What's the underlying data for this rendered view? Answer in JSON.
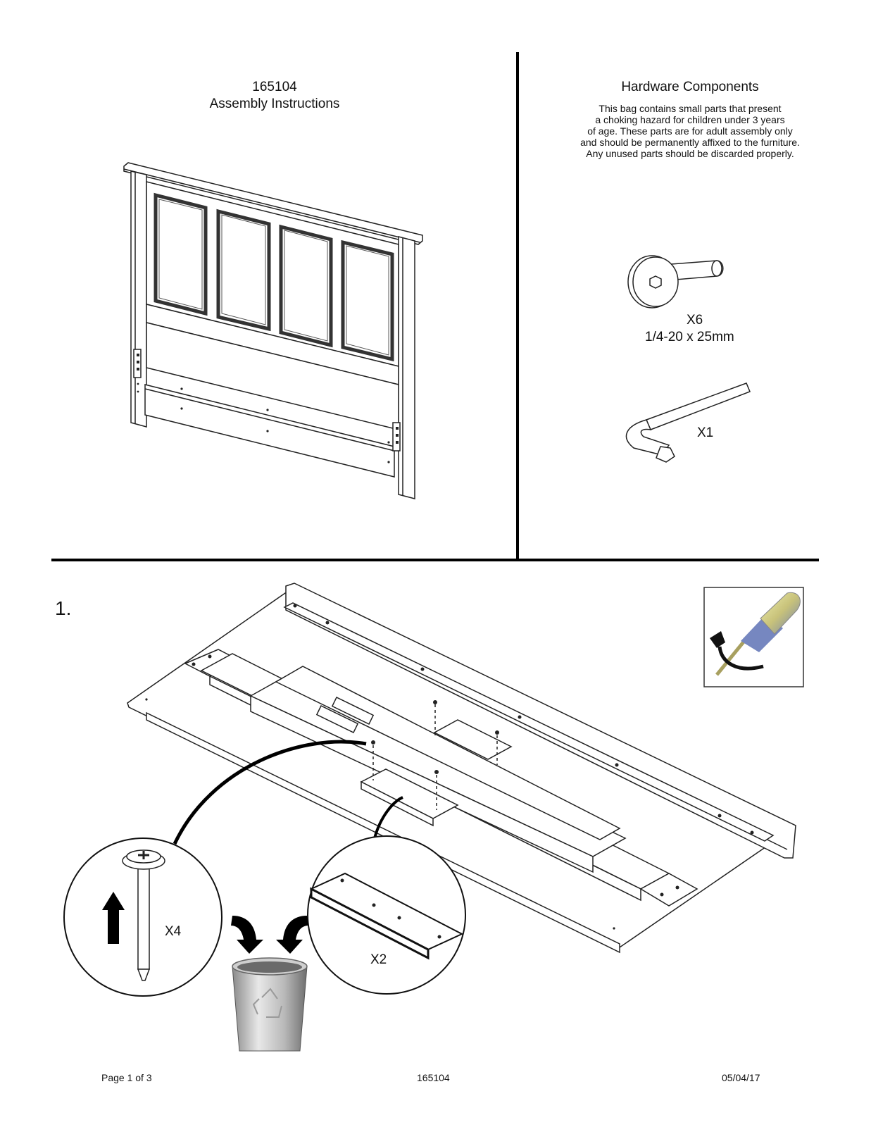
{
  "header": {
    "model_number": "165104",
    "doc_title": "Assembly Instructions"
  },
  "hardware": {
    "title": "Hardware Components",
    "warning_lines": [
      "This bag contains small parts that present",
      "a choking hazard for children under 3 years",
      "of age. These parts are for adult assembly only",
      "and should be permanently affixed to the furniture.",
      "Any unused parts should be discarded properly."
    ],
    "bolt": {
      "icon": "hex-bolt-icon",
      "quantity": "X6",
      "size": "1/4-20 x 25mm"
    },
    "allen_key": {
      "icon": "allen-key-icon",
      "quantity": "X1"
    }
  },
  "step1": {
    "number": "1.",
    "screw_callout_qty": "X4",
    "block_callout_qty": "X2",
    "tool_icon": "screwdriver-icon",
    "bin_icon": "recycle-bin-icon"
  },
  "footer": {
    "page": "Page 1 of 3",
    "model": "165104",
    "date": "05/04/17"
  }
}
